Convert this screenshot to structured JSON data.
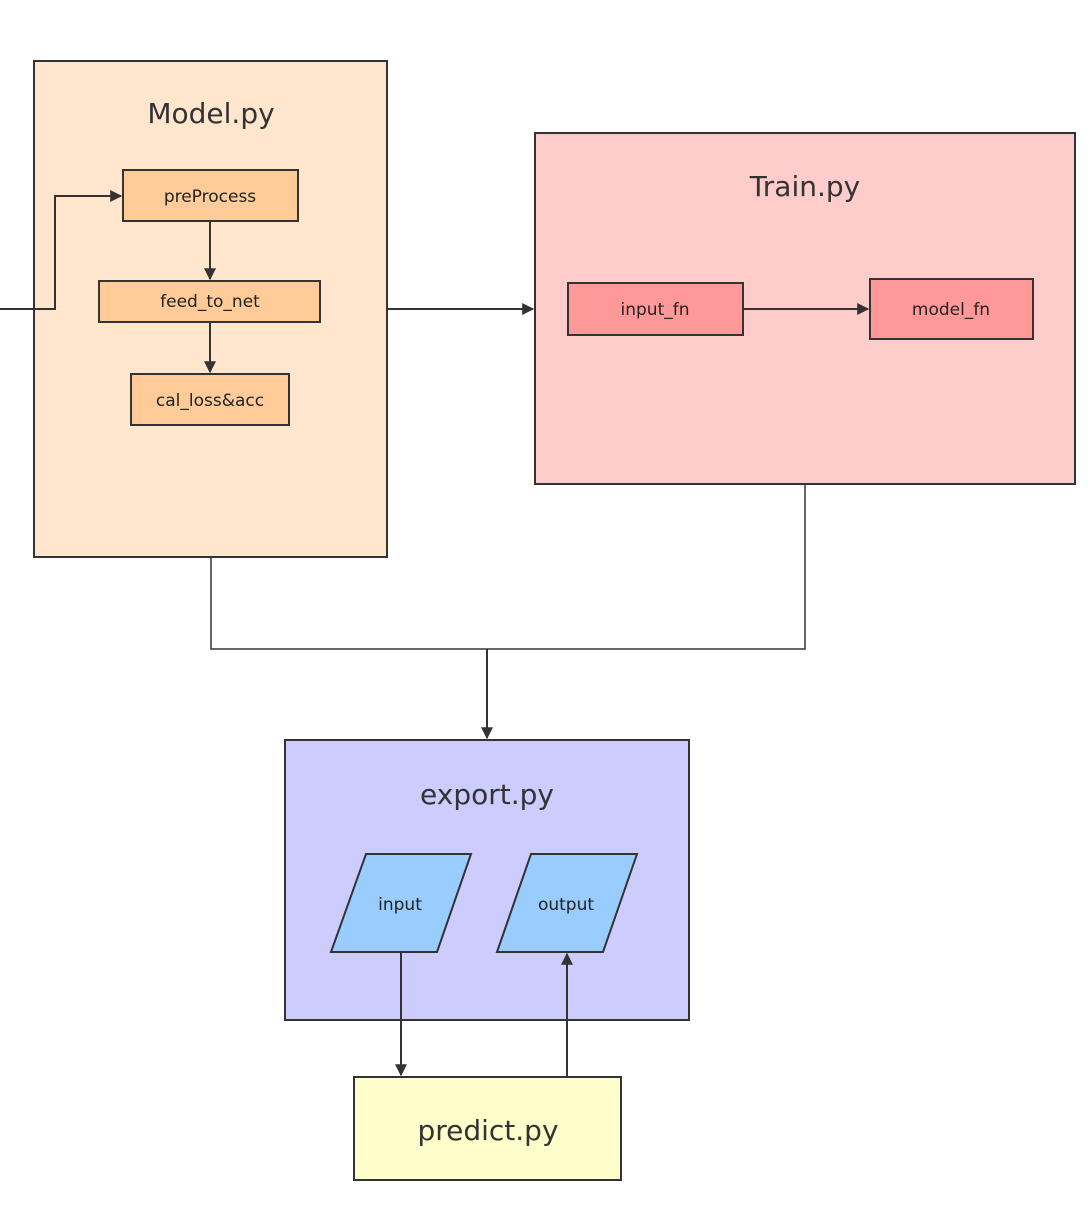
{
  "diagram": {
    "containers": {
      "model": {
        "title": "Model.py",
        "fill": "#FFE6CC",
        "stroke": "#333333"
      },
      "train": {
        "title": "Train.py",
        "fill": "#FFCCCC",
        "stroke": "#333333"
      },
      "export": {
        "title": "export.py",
        "fill": "#CCCCFF",
        "stroke": "#333333"
      },
      "predict": {
        "title": "predict.py",
        "fill": "#FFFFCC",
        "stroke": "#333333"
      }
    },
    "nodes": {
      "preprocess": {
        "label": "preProcess",
        "fill": "#FFCC99"
      },
      "feed_to_net": {
        "label": "feed_to_net",
        "fill": "#FFCC99"
      },
      "cal_loss_acc": {
        "label": "cal_loss&acc",
        "fill": "#FFCC99"
      },
      "input_fn": {
        "label": "input_fn",
        "fill": "#FF9999"
      },
      "model_fn": {
        "label": "model_fn",
        "fill": "#FF9999"
      },
      "input": {
        "label": "input",
        "fill": "#99CCFF"
      },
      "output": {
        "label": "output",
        "fill": "#99CCFF"
      }
    },
    "edge_color": "#333333"
  }
}
